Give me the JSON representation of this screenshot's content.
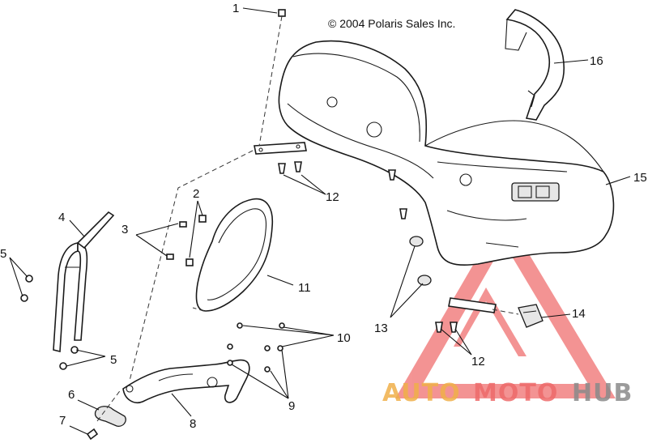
{
  "copyright": "© 2004 Polaris Sales Inc.",
  "callouts": {
    "c1": "1",
    "c2": "2",
    "c3": "3",
    "c4": "4",
    "c5a": "5",
    "c5b": "5",
    "c6": "6",
    "c7": "7",
    "c8": "8",
    "c9": "9",
    "c10": "10",
    "c11": "11",
    "c12a": "12",
    "c12b": "12",
    "c13": "13",
    "c14": "14",
    "c15": "15",
    "c16": "16"
  },
  "watermark": {
    "part1": "AUTO",
    "part2": "MOTO",
    "part3": "HUB",
    "colors": {
      "auto": "#f0b04a",
      "moto": "#ee6a6a",
      "hub": "#8a8a8a",
      "triangle": "#f07070"
    }
  }
}
